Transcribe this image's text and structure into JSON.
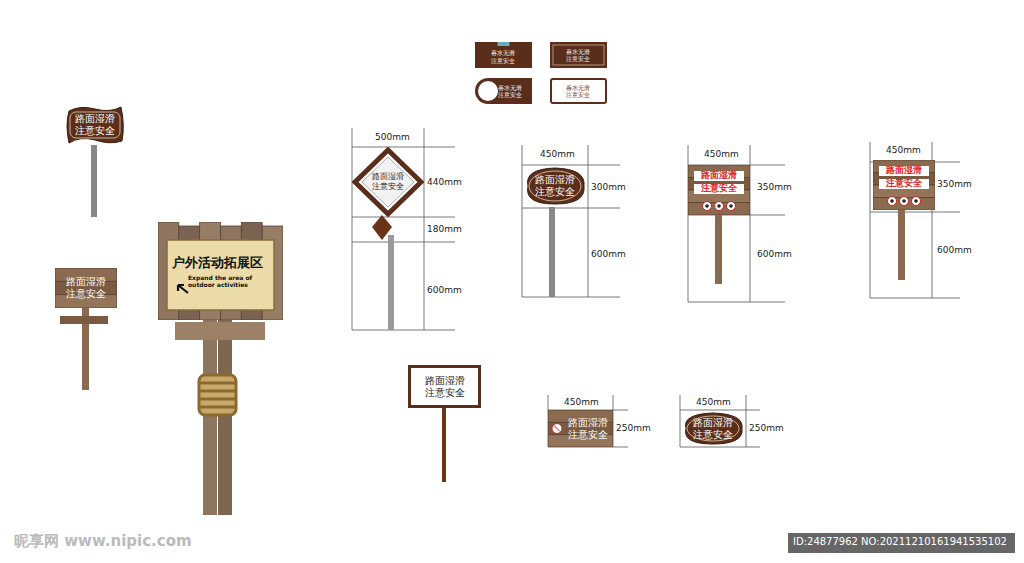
{
  "diagram": {
    "nodes": [
      {
        "text": [
          "路面湿滑 注意安全"
        ]
      },
      {
        "text": [
          "路面湿滑 注意安全"
        ]
      },
      {
        "text": [
          "户外活动拓展区",
          "Expand the area of outdoor activities"
        ]
      },
      {
        "text": [
          "喜水无滑 注意安全"
        ]
      },
      {
        "text": [
          "喜水无滑 注意安全"
        ]
      },
      {
        "text": [
          "喜水无滑 注意安全"
        ]
      },
      {
        "text": [
          "喜水无滑 注意安全"
        ]
      },
      {
        "text": [
          "路面湿滑 注意安全"
        ]
      },
      {
        "text": [
          "路面湿滑 注意安全"
        ]
      },
      {
        "text": [
          "路面湿滑 注意安全"
        ]
      },
      {
        "text": [
          "路面湿滑 注意安全"
        ]
      },
      {
        "text": [
          "路面湿滑 注意安全"
        ]
      },
      {
        "text": [
          "路面湿滑 注意安全"
        ]
      },
      {
        "text": [
          "路面湿滑 注意安全"
        ]
      }
    ],
    "labels": [
      "500mm",
      "440mm",
      "180mm",
      "600mm",
      "450mm",
      "300mm",
      "600mm",
      "450mm",
      "350mm",
      "600mm",
      "450mm",
      "350mm",
      "600mm",
      "450mm",
      "250mm",
      "450mm",
      "250mm",
      "昵享网 www.nipic.com",
      "ID:24877962 NO:20211210161941535102"
    ]
  }
}
